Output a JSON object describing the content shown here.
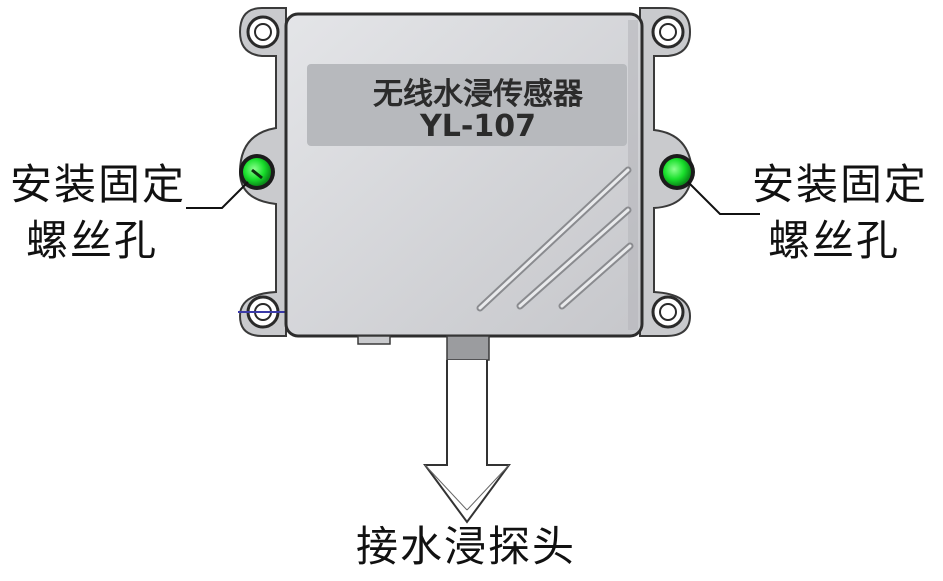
{
  "device": {
    "name": "无线水浸传感器",
    "model": "YL-107"
  },
  "callouts": {
    "left_mount_line1": "安装固定",
    "left_mount_line2": "螺丝孔",
    "right_mount_line1": "安装固定",
    "right_mount_line2": "螺丝孔",
    "probe": "接水浸探头"
  },
  "colors": {
    "enclosure_fill": "#d4d5d8",
    "label_panel": "#b7b9bd",
    "mount_hole_highlight": "#19e02c"
  }
}
